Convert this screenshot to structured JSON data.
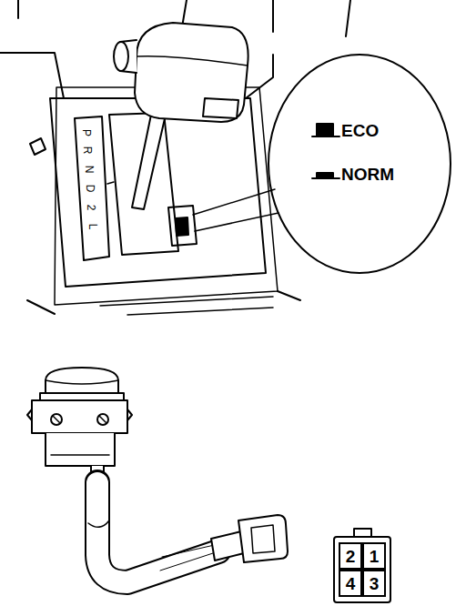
{
  "diagram": {
    "nodes": [
      {
        "text": [
          "ECO",
          "NORM"
        ]
      },
      {
        "text": [
          "2"
        ]
      },
      {
        "text": [
          "1"
        ]
      },
      {
        "text": [
          "4"
        ]
      },
      {
        "text": [
          "3"
        ]
      }
    ],
    "labels": [
      "P",
      "R",
      "N",
      "D",
      "2",
      "L"
    ]
  }
}
